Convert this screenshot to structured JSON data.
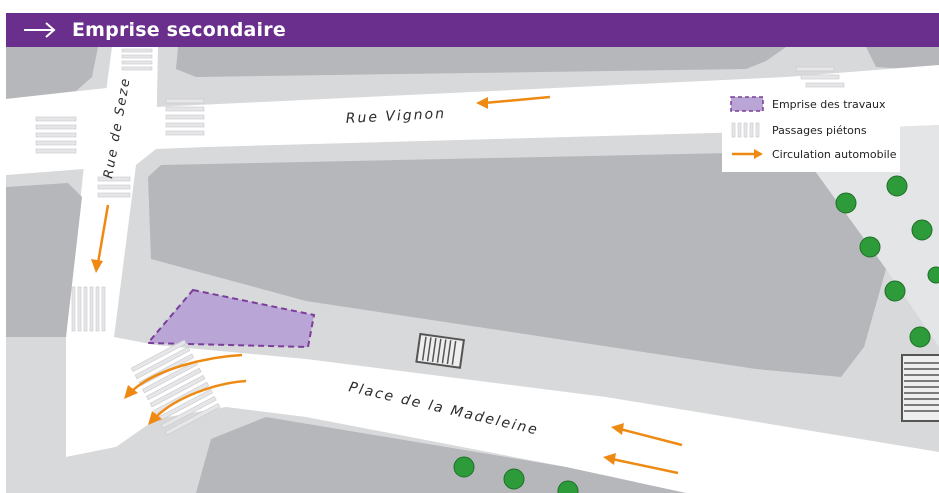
{
  "header": {
    "title": "Emprise secondaire",
    "arrow_icon": "right-arrow-icon"
  },
  "legend": {
    "work_area": "Emprise des travaux",
    "crossings": "Passages piétons",
    "traffic": "Circulation automobile"
  },
  "streets": {
    "vignon": "Rue Vignon",
    "seze": "Rue de Seze",
    "madeleine": "Place de la Madeleine"
  },
  "colors": {
    "brand": "#6a2f8c",
    "arrow": "#ee8a14",
    "work_area_fill": "#b9a6d6",
    "work_area_border": "#7b3f9a",
    "block": "#b6b7ba",
    "sidewalk": "#d6d7d9",
    "tree": "#2e9b3a"
  }
}
